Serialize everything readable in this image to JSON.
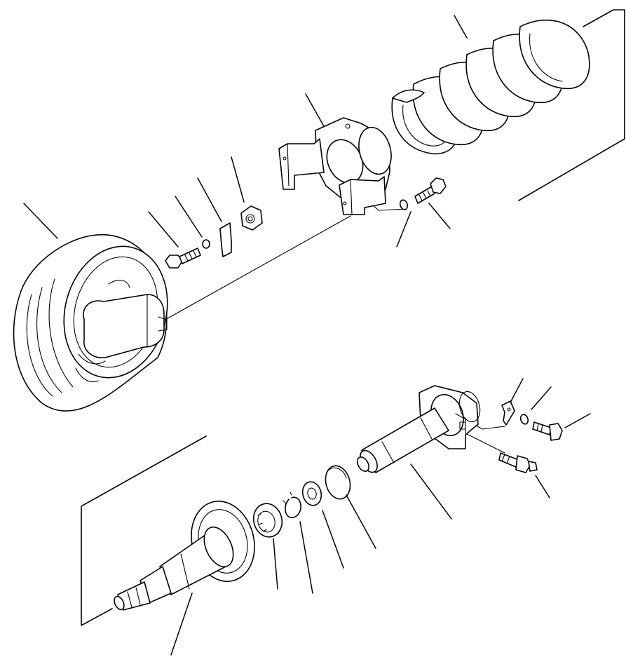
{
  "diagram": {
    "kind": "exploded-parts-view",
    "parts": [
      {
        "id": "idler-wheel",
        "name": "idler-wheel"
      },
      {
        "id": "idler-yoke",
        "name": "idler-yoke"
      },
      {
        "id": "recoil-spring",
        "name": "recoil-spring"
      },
      {
        "id": "hex-nut",
        "name": "hex-nut"
      },
      {
        "id": "lock-plate",
        "name": "lock-plate"
      },
      {
        "id": "lock-washer",
        "name": "lock-washer"
      },
      {
        "id": "hex-bolt",
        "name": "hex-bolt"
      },
      {
        "id": "yoke-bolt",
        "name": "yoke-bolt"
      },
      {
        "id": "yoke-washer",
        "name": "yoke-washer"
      },
      {
        "id": "idler-shaft",
        "name": "idler-shaft"
      },
      {
        "id": "shaft-bracket",
        "name": "shaft-bracket"
      },
      {
        "id": "bushing",
        "name": "bushing"
      },
      {
        "id": "floating-seal",
        "name": "floating-seal"
      },
      {
        "id": "snap-ring",
        "name": "snap-ring"
      },
      {
        "id": "seal-ring",
        "name": "seal-ring"
      },
      {
        "id": "collar",
        "name": "collar"
      },
      {
        "id": "grease-fitting",
        "name": "grease-fitting"
      },
      {
        "id": "bracket-bolt",
        "name": "bracket-bolt"
      },
      {
        "id": "bracket-washer",
        "name": "bracket-washer"
      },
      {
        "id": "tab-plate",
        "name": "tab-plate"
      }
    ]
  }
}
